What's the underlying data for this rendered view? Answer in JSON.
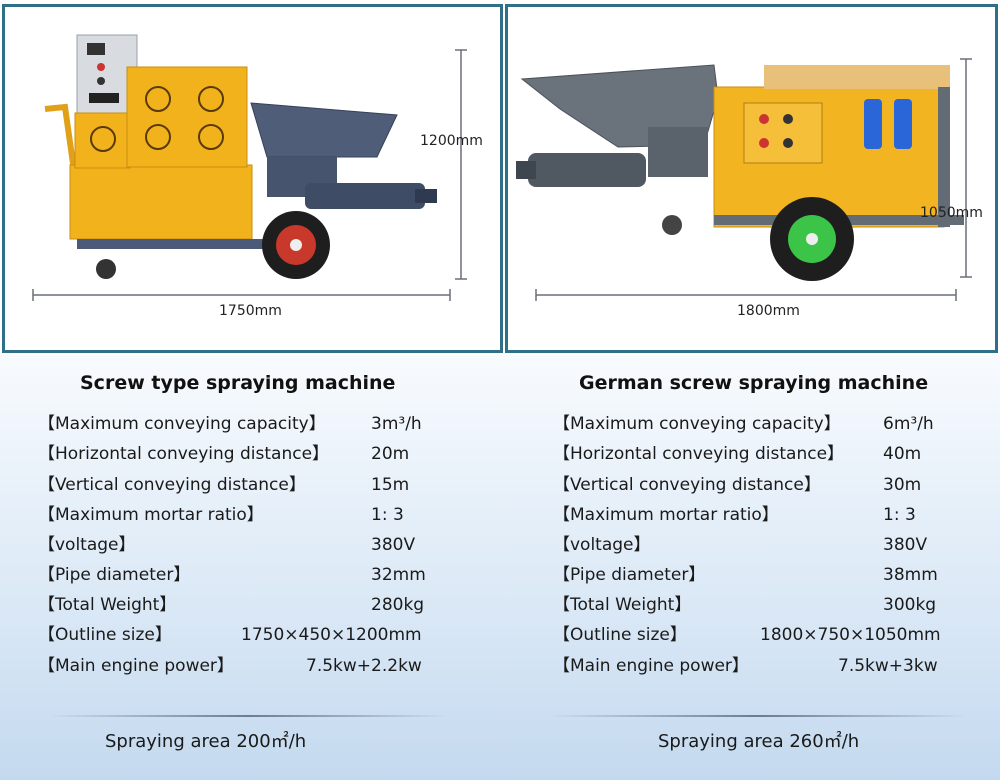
{
  "machines": [
    {
      "dimensions": {
        "height": "1200mm",
        "length": "1750mm"
      },
      "title": "Screw type spraying machine",
      "specs": [
        {
          "label": "【Maximum conveying capacity】",
          "value": "3m³/h"
        },
        {
          "label": "【Horizontal conveying distance】",
          "value": "20m"
        },
        {
          "label": "【Vertical conveying distance】",
          "value": "15m"
        },
        {
          "label": "【Maximum mortar ratio】",
          "value": "1: 3"
        },
        {
          "label": "【voltage】",
          "value": "380V"
        },
        {
          "label": "【Pipe diameter】",
          "value": "32mm"
        },
        {
          "label": "【Total Weight】",
          "value": "280kg"
        },
        {
          "label": "【Outline size】",
          "value": "1750×450×1200mm"
        },
        {
          "label": "【Main engine power】",
          "value": "7.5kw+2.2kw"
        }
      ],
      "spraying_area": "Spraying area 200㎡/h",
      "colors": {
        "body": "#f1b21c",
        "frame": "#4a5a78",
        "wheel": "#c8392b"
      }
    },
    {
      "dimensions": {
        "height": "1050mm",
        "length": "1800mm"
      },
      "title": "German screw spraying machine",
      "specs": [
        {
          "label": "【Maximum conveying capacity】",
          "value": "6m³/h"
        },
        {
          "label": "【Horizontal conveying distance】",
          "value": "40m"
        },
        {
          "label": "【Vertical conveying distance】",
          "value": "30m"
        },
        {
          "label": "【Maximum mortar ratio】",
          "value": "1: 3"
        },
        {
          "label": "【voltage】",
          "value": "380V"
        },
        {
          "label": "【Pipe diameter】",
          "value": "38mm"
        },
        {
          "label": "【Total Weight】",
          "value": "300kg"
        },
        {
          "label": "【Outline size】",
          "value": "1800×750×1050mm"
        },
        {
          "label": "【Main engine power】",
          "value": "7.5kw+3kw"
        }
      ],
      "spraying_area": "Spraying area 260㎡/h",
      "colors": {
        "body": "#f2b420",
        "frame": "#636b75",
        "wheel": "#3cc448"
      }
    }
  ]
}
